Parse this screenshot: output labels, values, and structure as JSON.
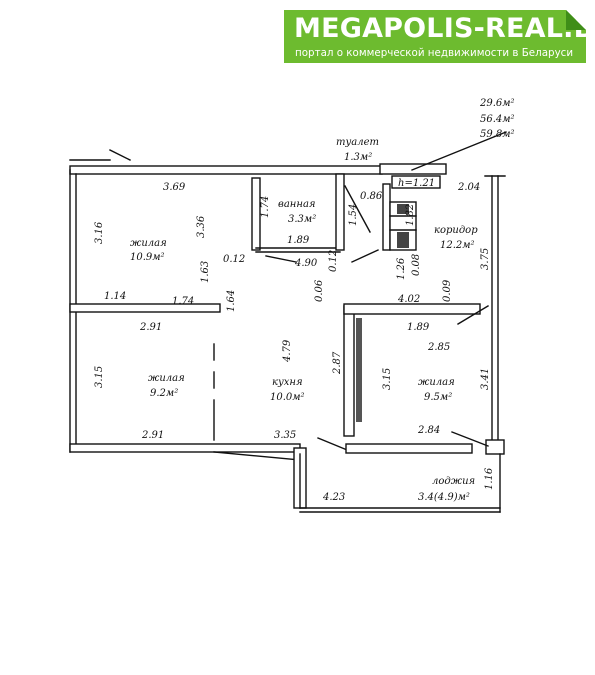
{
  "banner": {
    "brand": "MEGAPOLIS-REAL.BY",
    "tagline": "портал о коммерческой недвижимости в Беларуси",
    "color": "#6dbb2f"
  },
  "areas": {
    "living": "29.6м²",
    "total_living": "56.4м²",
    "total": "59.8м²"
  },
  "rooms": {
    "toilet": {
      "name": "туалет",
      "area": "1.3м²"
    },
    "bathroom": {
      "name": "ванная",
      "area": "3.3м²"
    },
    "corridor": {
      "name": "коридор",
      "area": "12.2м²"
    },
    "living1": {
      "name": "жилая",
      "area": "10.9м²"
    },
    "living2": {
      "name": "жилая",
      "area": "9.2м²"
    },
    "kitchen": {
      "name": "кухня",
      "area": "10.0м²"
    },
    "living3": {
      "name": "жилая",
      "area": "9.5м²"
    },
    "loggia": {
      "name": "лоджия",
      "area": "3.4(4.9)м²"
    }
  },
  "ceiling_height": "h=1.21",
  "dimensions": {
    "d369": "3.69",
    "d204": "2.04",
    "d086": "0.86",
    "d174v": "1.74",
    "d154": "1.54",
    "d182": "1.82",
    "d316": "3.16",
    "d336": "3.36",
    "d189a": "1.89",
    "d012a": "0.12",
    "d490": "4.90",
    "d012b": "0.12",
    "d126": "1.26",
    "d008": "0.08",
    "d375": "3.75",
    "d163": "1.63",
    "d164": "1.64",
    "d114": "1.14",
    "d174h": "1.74",
    "d006": "0.06",
    "d402": "4.02",
    "d009": "0.09",
    "d291a": "2.91",
    "d189b": "1.89",
    "d479": "4.79",
    "d285": "2.85",
    "d315a": "3.15",
    "d287": "2.87",
    "d315b": "3.15",
    "d341": "3.41",
    "d291b": "2.91",
    "d335": "3.35",
    "d284": "2.84",
    "d116": "1.16",
    "d423": "4.23"
  }
}
